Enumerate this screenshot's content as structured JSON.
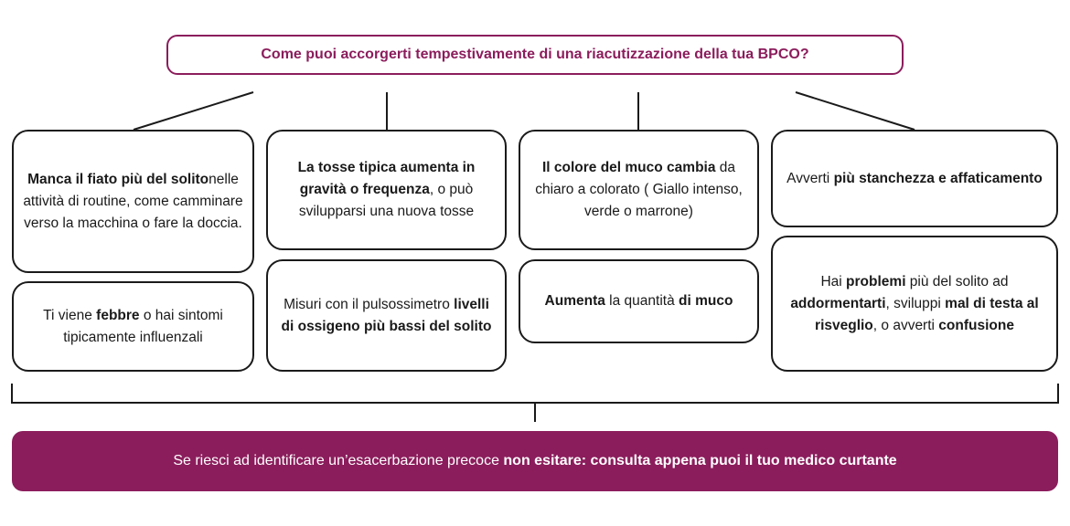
{
  "title": "Come puoi accorgerti tempestivamente di una riacutizzazione della tua BPCO?",
  "columns": [
    {
      "top": [
        {
          "text": "Manca il fiato più del solito",
          "bold": true
        },
        {
          "text": "nelle attività di routine, come camminare verso la macchina o fare la doccia.",
          "bold": false
        }
      ],
      "bottom": [
        {
          "text": "Ti viene ",
          "bold": false
        },
        {
          "text": "febbre",
          "bold": true
        },
        {
          "text": " o hai sintomi tipicamente influenzali",
          "bold": false
        }
      ]
    },
    {
      "top": [
        {
          "text": "La tosse tipica aumenta in gravità o frequenza",
          "bold": true
        },
        {
          "text": ", o può svilupparsi una nuova tosse",
          "bold": false
        }
      ],
      "bottom": [
        {
          "text": "Misuri con il pulsossimetro ",
          "bold": false
        },
        {
          "text": "livelli di ossigeno più bassi del solito",
          "bold": true
        }
      ]
    },
    {
      "top": [
        {
          "text": "Il colore del muco cambia",
          "bold": true
        },
        {
          "text": " da chiaro a colorato ( Giallo intenso, verde o marrone)",
          "bold": false
        }
      ],
      "bottom": [
        {
          "text": "Aumenta",
          "bold": true
        },
        {
          "text": " la quantità ",
          "bold": false
        },
        {
          "text": "di muco",
          "bold": true
        }
      ]
    },
    {
      "top": [
        {
          "text": "Avverti ",
          "bold": false
        },
        {
          "text": "più stanchezza e affaticamento",
          "bold": true
        }
      ],
      "bottom": [
        {
          "text": "Hai ",
          "bold": false
        },
        {
          "text": "problemi",
          "bold": true
        },
        {
          "text": " più del solito ad ",
          "bold": false
        },
        {
          "text": "addormentarti",
          "bold": true
        },
        {
          "text": ", sviluppi ",
          "bold": false
        },
        {
          "text": "mal di testa al risveglio",
          "bold": true
        },
        {
          "text": ", o avverti ",
          "bold": false
        },
        {
          "text": "confusione",
          "bold": true
        }
      ]
    }
  ],
  "footer": [
    {
      "text": "Se riesci ad identificare un’esacerbazione precoce ",
      "bold": false
    },
    {
      "text": "non esitare: consulta appena puoi il tuo medico curtante",
      "bold": true
    }
  ],
  "colors": {
    "accent": "#8b1d5c",
    "stroke": "#1a1a1a"
  }
}
